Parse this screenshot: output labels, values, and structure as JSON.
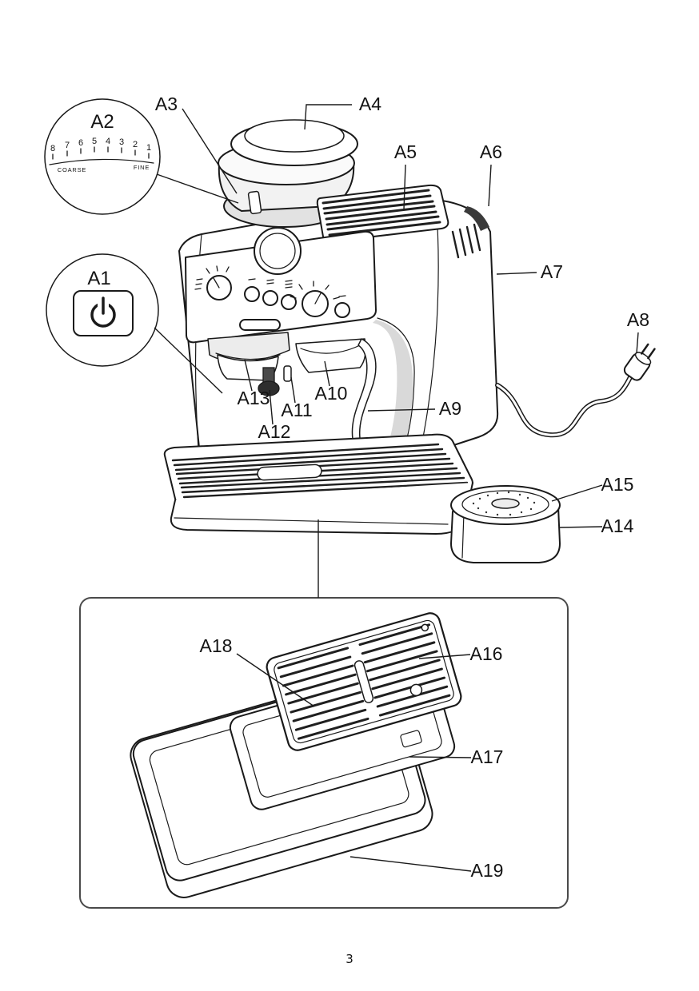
{
  "document": {
    "page_number": "3"
  },
  "callouts": {
    "a1": "A1",
    "a2": "A2",
    "a3": "A3",
    "a4": "A4",
    "a5": "A5",
    "a6": "A6",
    "a7": "A7",
    "a8": "A8",
    "a9": "A9",
    "a10": "A10",
    "a11": "A11",
    "a12": "A12",
    "a13": "A13",
    "a14": "A14",
    "a15": "A15",
    "a16": "A16",
    "a17": "A17",
    "a18": "A18",
    "a19": "A19"
  },
  "grind_dial": {
    "numbers": [
      "8",
      "7",
      "6",
      "5",
      "4",
      "3",
      "2",
      "1"
    ],
    "coarse_label": "COARSE",
    "fine_label": "FINE"
  },
  "icons": {
    "power": "power-icon"
  },
  "colors": {
    "line": "#1a1a1a",
    "accent_dark": "#3a3a3a",
    "paper": "#ffffff"
  }
}
